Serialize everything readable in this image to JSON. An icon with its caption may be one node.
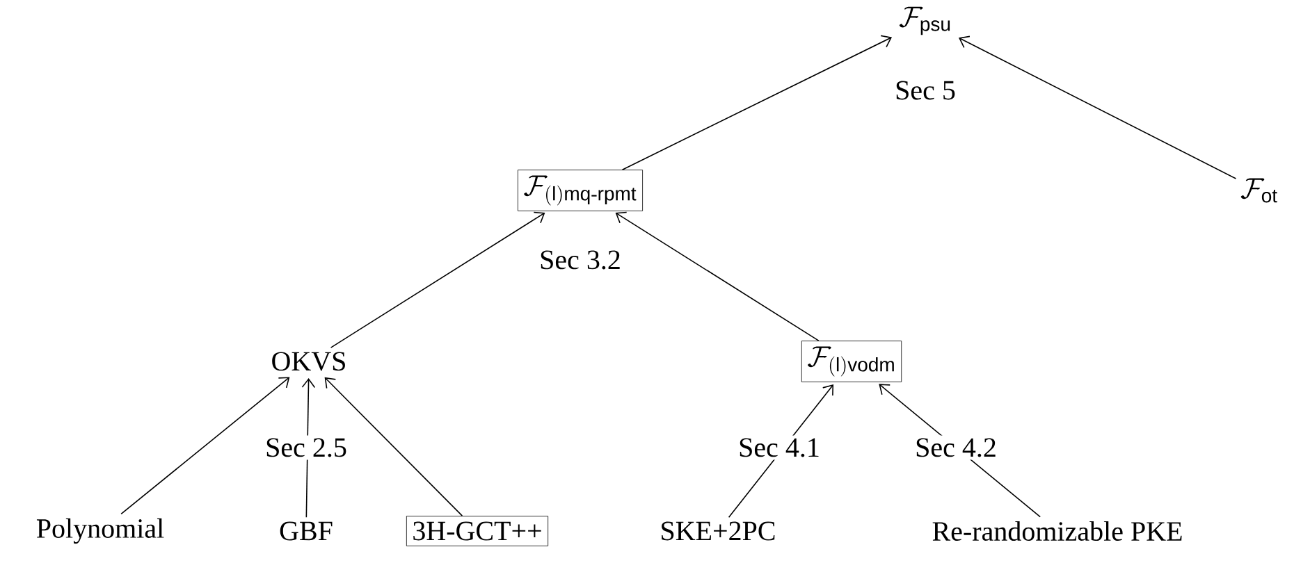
{
  "diagram": {
    "nodes": [
      {
        "text": [
          "\\mathcal{F}_{\\mathsf{psu}}"
        ],
        "beside": [
          "Sec 5"
        ]
      },
      {
        "text": [
          "\\mathcal{F}_{\\mathsf{(l)mq\\text{-}rpmt}}"
        ],
        "beside": [
          "Sec 3.2"
        ]
      },
      {
        "text": [
          "\\mathcal{F}_{\\mathsf{ot}}"
        ]
      },
      {
        "text": [
          "OKVS"
        ]
      },
      {
        "text": [
          "\\mathcal{F}_{\\mathsf{(l)vodm}}"
        ]
      },
      {
        "text": [
          "Polynomial"
        ]
      },
      {
        "text": [
          "GBF"
        ]
      },
      {
        "text": [
          "3H-GCT++"
        ]
      },
      {
        "text": [
          "SKE+2PC"
        ]
      },
      {
        "text": [
          "Re-randomizable PKE"
        ]
      }
    ],
    "edges": [
      {
        "from": 1,
        "to": 0,
        "arrow": "to"
      },
      {
        "from": 2,
        "to": 0,
        "arrow": "to"
      },
      {
        "from": 3,
        "to": 1,
        "arrow": "to"
      },
      {
        "from": 4,
        "to": 1,
        "arrow": "to"
      },
      {
        "from": 5,
        "to": 3,
        "arrow": "to"
      },
      {
        "from": 6,
        "to": 3,
        "arrow": "to",
        "label": "Sec 2.5"
      },
      {
        "from": 7,
        "to": 3,
        "arrow": "to"
      },
      {
        "from": 8,
        "to": 4,
        "arrow": "to",
        "label": "Sec 4.1"
      },
      {
        "from": 9,
        "to": 4,
        "arrow": "to",
        "label": "Sec 4.2"
      }
    ]
  }
}
